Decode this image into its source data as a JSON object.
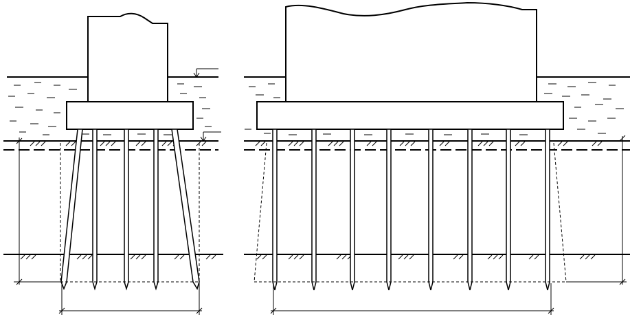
{
  "drawing": {
    "views": [
      {
        "name": "left-foundation",
        "pile_count": 5,
        "pile_types": [
          "inclined",
          "vertical",
          "vertical",
          "vertical",
          "inclined"
        ]
      },
      {
        "name": "right-foundation",
        "pile_count": 8,
        "pile_types": [
          "vertical",
          "vertical",
          "vertical",
          "vertical",
          "vertical",
          "vertical",
          "vertical",
          "vertical"
        ]
      }
    ],
    "colors": {
      "line": "#000000",
      "background": "#ffffff"
    }
  }
}
